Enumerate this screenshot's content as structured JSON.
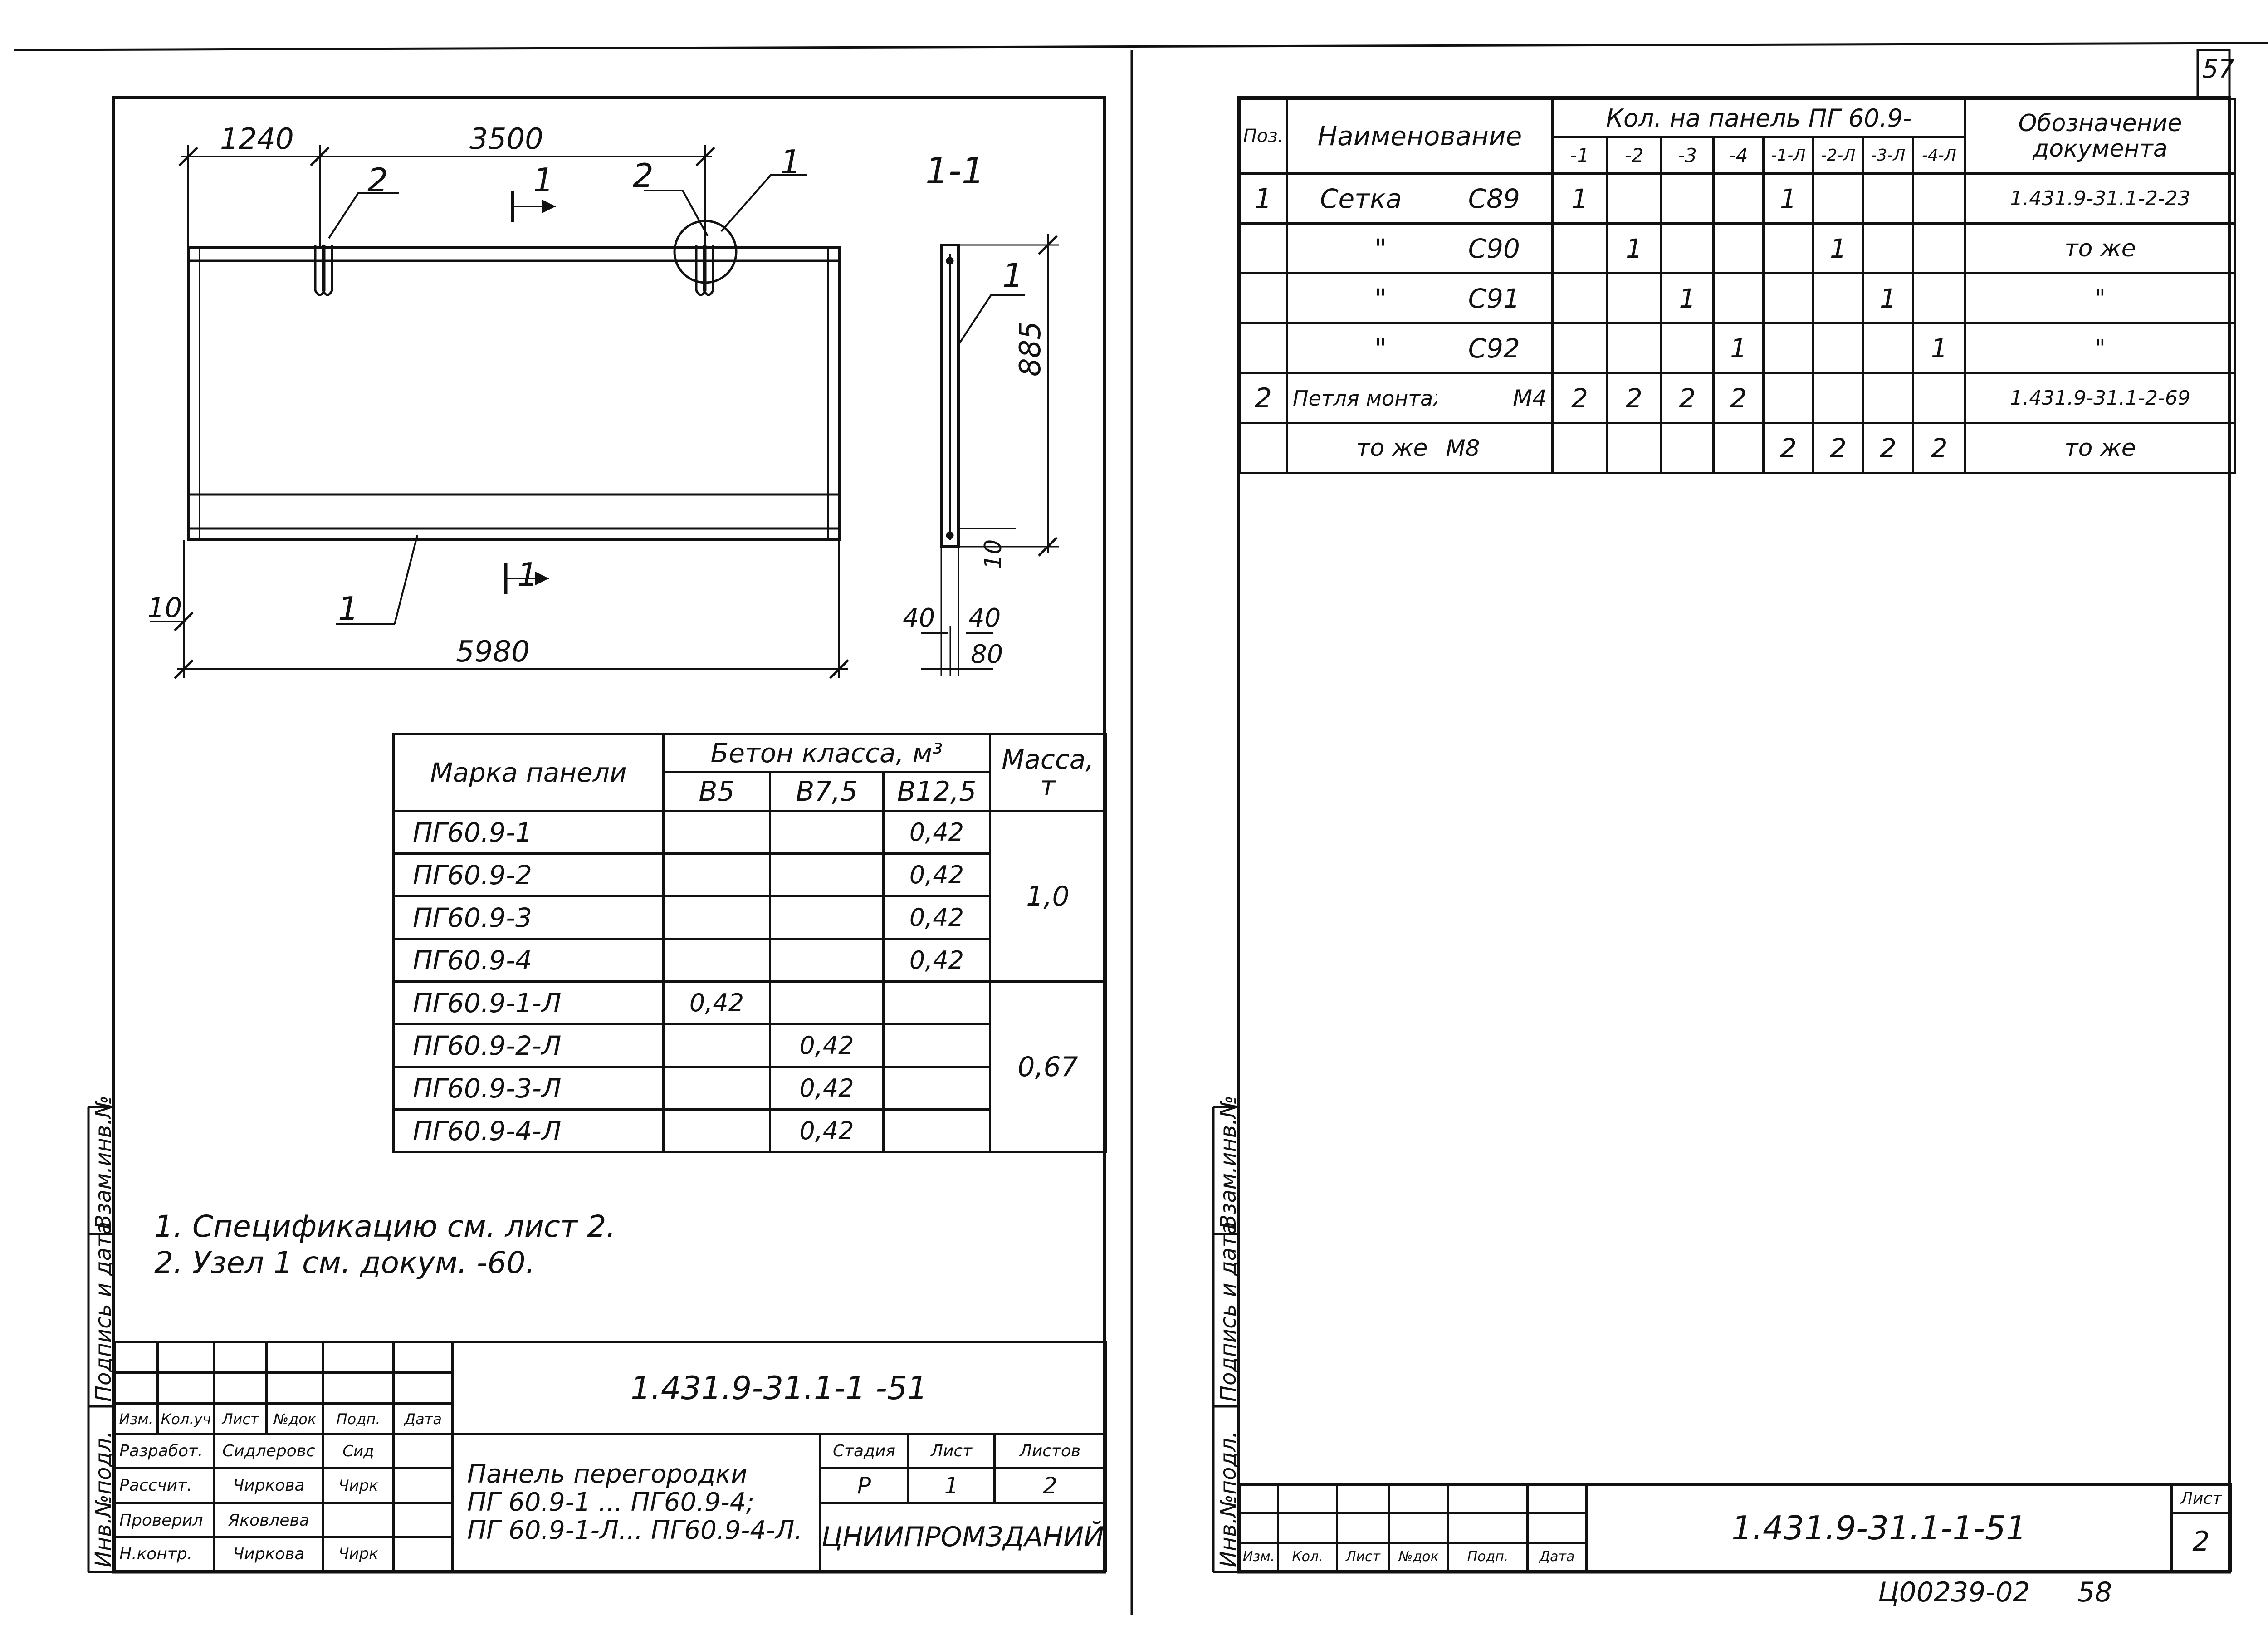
{
  "page_number": "57",
  "bottom_code": "Ц00239-02",
  "bottom_page": "58",
  "drawing": {
    "dim_top_left": "1240",
    "dim_top_main": "3500",
    "dim_bottom": "5980",
    "dim_left_10": "10",
    "callout_2a": "2",
    "callout_2b": "2",
    "callout_1a": "1",
    "callout_1b": "1",
    "section_top": "1",
    "section_bottom": "1",
    "section_label": "1-1",
    "side_callout": "1",
    "side_height": "885",
    "side_10": "10",
    "side_40a": "40",
    "side_40b": "40",
    "side_80": "80"
  },
  "concrete_table": {
    "header_mark": "Марка панели",
    "header_concrete": "Бетон класса, м³",
    "header_mass": "Масса, т",
    "classes": [
      "В5",
      "В7,5",
      "В12,5"
    ],
    "rows": [
      {
        "mark": "ПГ60.9-1",
        "b5": "",
        "b75": "",
        "b125": "0,42"
      },
      {
        "mark": "ПГ60.9-2",
        "b5": "",
        "b75": "",
        "b125": "0,42"
      },
      {
        "mark": "ПГ60.9-3",
        "b5": "",
        "b75": "",
        "b125": "0,42"
      },
      {
        "mark": "ПГ60.9-4",
        "b5": "",
        "b75": "",
        "b125": "0,42"
      },
      {
        "mark": "ПГ60.9-1-Л",
        "b5": "0,42",
        "b75": "",
        "b125": ""
      },
      {
        "mark": "ПГ60.9-2-Л",
        "b5": "",
        "b75": "0,42",
        "b125": ""
      },
      {
        "mark": "ПГ60.9-3-Л",
        "b5": "",
        "b75": "0,42",
        "b125": ""
      },
      {
        "mark": "ПГ60.9-4-Л",
        "b5": "",
        "b75": "0,42",
        "b125": ""
      }
    ],
    "mass_group1": "1,0",
    "mass_group2": "0,67"
  },
  "notes": [
    "1. Спецификацию см. лист 2.",
    "2. Узел 1 см. докум. -60."
  ],
  "left_stamp": {
    "code": "1.431.9-31.1-1 -51",
    "col_headers": [
      "Изм.",
      "Кол.уч",
      "Лист",
      "№док",
      "Подп.",
      "Дата"
    ],
    "roles": [
      {
        "role": "Разработ.",
        "name": "Сидлеровс",
        "sign": "Сид"
      },
      {
        "role": "Рассчит.",
        "name": "Чиркова",
        "sign": "Чирк"
      },
      {
        "role": "Проверил",
        "name": "Яковлева",
        "sign": ""
      },
      {
        "role": "Н.контр.",
        "name": "Чиркова",
        "sign": "Чирк"
      }
    ],
    "title_line1": "Панель перегородки",
    "title_line2": "ПГ 60.9-1 ... ПГ60.9-4;",
    "title_line3": "ПГ 60.9-1-Л... ПГ60.9-4-Л.",
    "stage_header": "Стадия",
    "sheet_header": "Лист",
    "sheets_header": "Листов",
    "stage": "Р",
    "sheet": "1",
    "sheets": "2",
    "org": "ЦНИИПРОМЗДАНИЙ"
  },
  "left_side_labels": [
    "Инв.№подл.",
    "Подпись и дата",
    "Взам.инв.№"
  ],
  "spec_table": {
    "header_pos": "Поз.",
    "header_name": "Наименование",
    "header_qty": "Кол. на панель ПГ 60.9-",
    "header_doc": "Обозначение документа",
    "qty_cols": [
      "-1",
      "-2",
      "-3",
      "-4",
      "-1-Л",
      "-2-Л",
      "-3-Л",
      "-4-Л"
    ],
    "rows": [
      {
        "pos": "1",
        "name": "Сетка",
        "mark": "С89",
        "q": [
          "1",
          "",
          "",
          "",
          "1",
          "",
          "",
          ""
        ],
        "doc": "1.431.9-31.1-2-23"
      },
      {
        "pos": "",
        "name": "\"",
        "mark": "С90",
        "q": [
          "",
          "1",
          "",
          "",
          "",
          "1",
          "",
          ""
        ],
        "doc": "то же"
      },
      {
        "pos": "",
        "name": "\"",
        "mark": "С91",
        "q": [
          "",
          "",
          "1",
          "",
          "",
          "",
          "1",
          ""
        ],
        "doc": "\""
      },
      {
        "pos": "",
        "name": "\"",
        "mark": "С92",
        "q": [
          "",
          "",
          "",
          "1",
          "",
          "",
          "",
          "1"
        ],
        "doc": "\""
      },
      {
        "pos": "2",
        "name": "Петля монтажная",
        "mark": "М4",
        "q": [
          "2",
          "2",
          "2",
          "2",
          "",
          "",
          "",
          ""
        ],
        "doc": "1.431.9-31.1-2-69"
      },
      {
        "pos": "",
        "name": "то же",
        "mark": "М8",
        "q": [
          "",
          "",
          "",
          "",
          "2",
          "2",
          "2",
          "2"
        ],
        "doc": "то же"
      }
    ]
  },
  "right_stamp": {
    "code": "1.431.9-31.1-1-51",
    "col_headers": [
      "Изм.",
      "Кол.",
      "Лист",
      "№док",
      "Подп.",
      "Дата"
    ],
    "sheet_header": "Лист",
    "sheet": "2"
  },
  "right_side_labels": [
    "Инв.№подл.",
    "Подпись и дата",
    "Взам.инв.№"
  ]
}
